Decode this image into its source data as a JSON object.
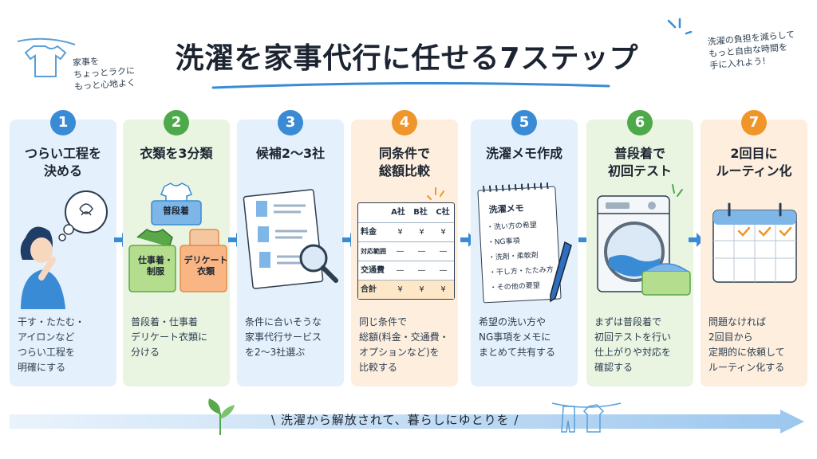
{
  "header": {
    "title": "洗濯を家事代行に任せる7ステップ",
    "note_left": "家事を\nちょっとラクに\nもっと心地よく",
    "note_right": "洗濯の負担を減らして\nもっと自由な時間を\n手に入れよう!"
  },
  "steps": [
    {
      "num": "1",
      "title": "つらい工程を\n決める",
      "desc": "干す・たたむ・\nアイロンなど\nつらい工程を\n明確にする"
    },
    {
      "num": "2",
      "title": "衣類を3分類",
      "desc": "普段着・仕事着\nデリケート衣類に\n分ける",
      "labels": {
        "everyday": "普段着",
        "work": "仕事着・\n制服",
        "delicate": "デリケート\n衣類"
      }
    },
    {
      "num": "3",
      "title": "候補2〜3社",
      "desc": "条件に合いそうな\n家事代行サービス\nを2〜3社選ぶ"
    },
    {
      "num": "4",
      "title": "同条件で\n総額比較",
      "desc": "同じ条件で\n総額(料金・交通費・\nオプションなど)を\n比較する",
      "table": {
        "cols": [
          "A社",
          "B社",
          "C社"
        ],
        "rows": [
          {
            "label": "料金",
            "cells": [
              "¥",
              "¥",
              "¥"
            ]
          },
          {
            "label": "対応範囲",
            "cells": [
              "—",
              "—",
              "—"
            ]
          },
          {
            "label": "交通費",
            "cells": [
              "—",
              "—",
              "—"
            ]
          },
          {
            "label": "合計",
            "cells": [
              "¥",
              "¥",
              "¥"
            ]
          }
        ]
      }
    },
    {
      "num": "5",
      "title": "洗濯メモ作成",
      "desc": "希望の洗い方や\nNG事項をメモに\nまとめて共有する",
      "memo": {
        "heading": "洗濯メモ",
        "items": [
          "洗い方の希望",
          "NG事項",
          "洗剤・柔軟剤",
          "干し方・たたみ方",
          "その他の要望"
        ]
      }
    },
    {
      "num": "6",
      "title": "普段着で\n初回テスト",
      "desc": "まずは普段着で\n初回テストを行い\n仕上がりや対応を\n確認する"
    },
    {
      "num": "7",
      "title": "2回目に\nルーティン化",
      "desc": "問題なければ\n2回目から\n定期的に依頼して\nルーティン化する"
    }
  ],
  "footer": {
    "slogan": "\\ 洗濯から解放されて、暮らしにゆとりを /"
  },
  "colors": {
    "blue": "#3a8bd6",
    "green": "#4ea94a",
    "orange": "#f0952a"
  }
}
